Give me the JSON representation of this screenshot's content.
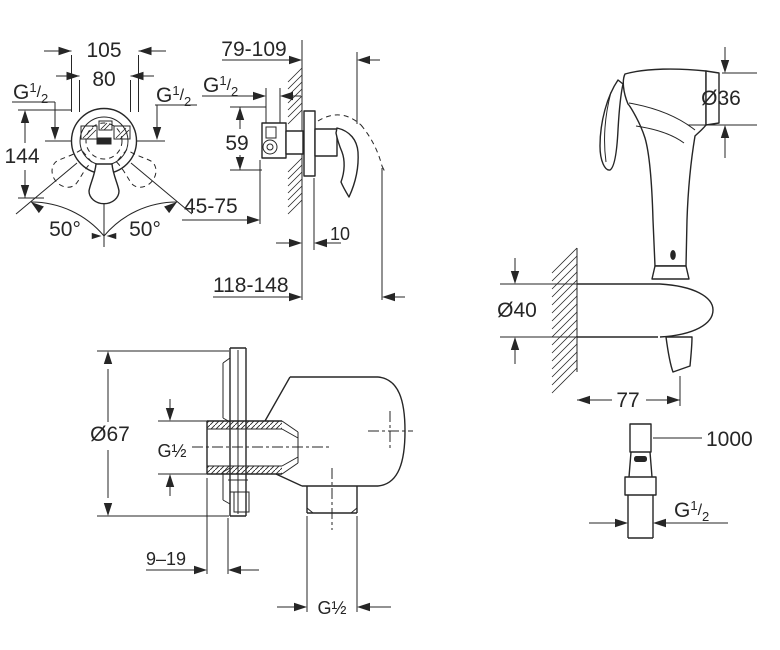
{
  "drawing": {
    "background": "#ffffff",
    "line_color": "#262626",
    "views": {
      "mixer_front": {
        "dim_width_outer": "105",
        "dim_width_inner": "80",
        "thread_left": {
          "base": "G",
          "num": "1",
          "slash": "/",
          "den": "2"
        },
        "thread_right": {
          "base": "G",
          "num": "1",
          "slash": "/",
          "den": "2"
        },
        "dim_height": "144",
        "angle_left": "50°",
        "angle_right": "50°"
      },
      "mixer_side": {
        "dim_depth_trim": "79-109",
        "thread": {
          "base": "G",
          "num": "1",
          "slash": "/",
          "den": "2"
        },
        "dim_height_offset": "59",
        "dim_rough_in": "45-75",
        "dim_plate": "10",
        "dim_depth_total": "118-148"
      },
      "hand_shower": {
        "dim_head_dia": "Ø36",
        "dim_holder_dia": "Ø40",
        "dim_wall_offset": "77"
      },
      "wall_union": {
        "dim_flange_dia": "Ø67",
        "dim_inlet_thread": "G½",
        "dim_depth_adjust": "9–19",
        "dim_outlet_thread": "G½"
      },
      "hose": {
        "dim_length": "1000",
        "thread": {
          "base": "G",
          "num": "1",
          "slash": "/",
          "den": "2"
        }
      }
    }
  }
}
